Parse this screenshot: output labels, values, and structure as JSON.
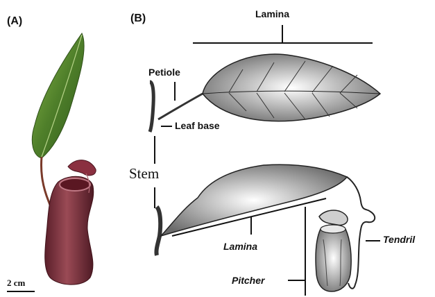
{
  "figure": {
    "panel_a": {
      "label": "(A)",
      "scale_bar": "2 cm"
    },
    "panel_b": {
      "label": "(B)",
      "labels": {
        "lamina_top": "Lamina",
        "petiole": "Petiole",
        "leaf_base": "Leaf base",
        "stem": "Stem",
        "lamina_bottom": "Lamina",
        "tendril": "Tendril",
        "pitcher": "Pitcher"
      }
    }
  },
  "colors": {
    "leaf_green": "#5a8a2e",
    "pitcher_red": "#7a2f3a",
    "line": "#111111"
  }
}
